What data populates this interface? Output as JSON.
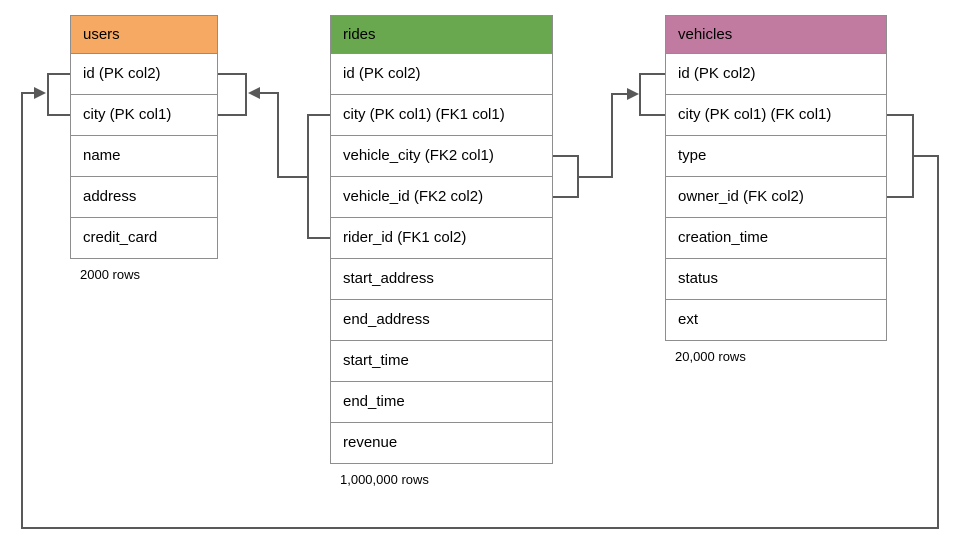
{
  "diagram": {
    "colors": {
      "users_header": "#f6a962",
      "rides_header": "#6aa84f",
      "vehicles_header": "#c27ba0",
      "table_border": "#8e8e8e",
      "connector": "#595959",
      "text": "#000000",
      "background": "#ffffff"
    },
    "tables": {
      "users": {
        "title": "users",
        "rows": [
          "id (PK col2)",
          "city (PK col1)",
          "name",
          "address",
          "credit_card"
        ],
        "row_count": "2000 rows"
      },
      "rides": {
        "title": "rides",
        "rows": [
          "id (PK col2)",
          "city (PK col1) (FK1 col1)",
          "vehicle_city (FK2 col1)",
          "vehicle_id (FK2 col2)",
          "rider_id (FK1 col2)",
          "start_address",
          "end_address",
          "start_time",
          "end_time",
          "revenue"
        ],
        "row_count": "1,000,000 rows"
      },
      "vehicles": {
        "title": "vehicles",
        "rows": [
          "id (PK col2)",
          "city (PK col1) (FK col1)",
          "type",
          "owner_id (FK col2)",
          "creation_time",
          "status",
          "ext"
        ],
        "row_count": "20,000 rows"
      }
    },
    "relationships": [
      {
        "from": "rides (city, rider_id) FK1",
        "to": "users (id, city)"
      },
      {
        "from": "rides (vehicle_city, vehicle_id) FK2",
        "to": "vehicles (id, city)"
      },
      {
        "from": "vehicles (city, owner_id) FK",
        "to": "users (id, city)"
      }
    ]
  }
}
